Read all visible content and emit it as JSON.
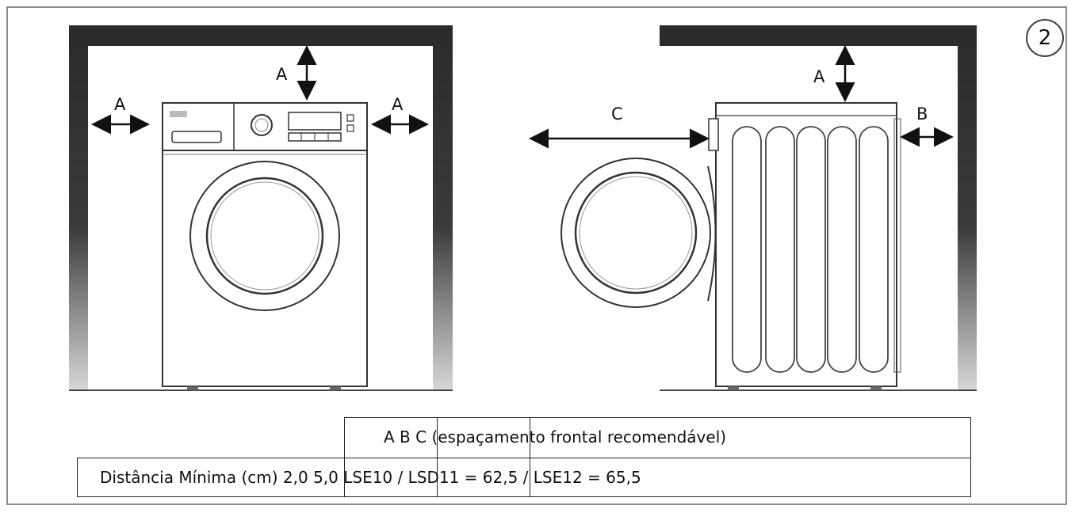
{
  "figure_number": "2",
  "labels": {
    "clearance_a": "A",
    "clearance_b": "B",
    "clearance_c": "C"
  },
  "table": {
    "header": "A B C (espaçamento frontal recomendável)",
    "row": "Distância Mínima (cm) 2,0 5,0 LSE10 / LSD11 = 62,5 / LSE12 = 65,5"
  },
  "colors": {
    "wall": "#2b2b2b",
    "outline": "#333333",
    "frame": "#8a8a8a"
  }
}
